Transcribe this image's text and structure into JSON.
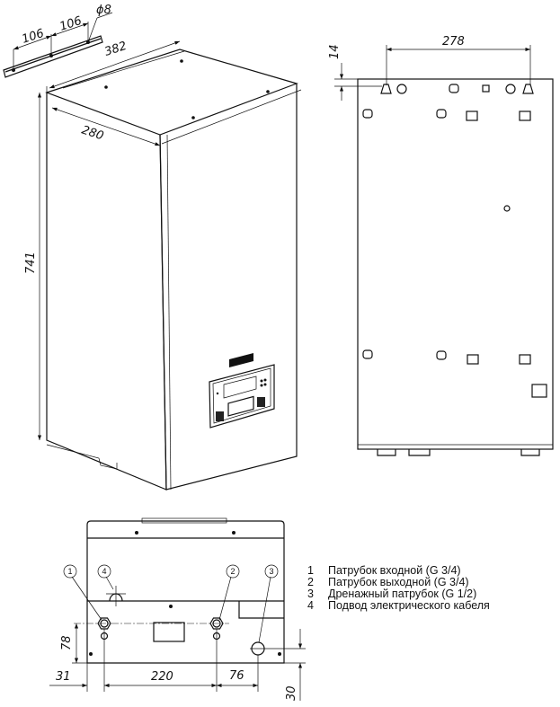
{
  "bracket": {
    "dim_left": "106",
    "dim_right": "106",
    "hole": "ϕ8"
  },
  "front_view": {
    "width": "382",
    "depth": "280",
    "height": "741"
  },
  "rear_view": {
    "mount_spacing": "278",
    "top_offset": "14"
  },
  "bottom_view": {
    "callouts": [
      "1",
      "2",
      "3",
      "4"
    ],
    "dim_height": "78",
    "dim_left": "31",
    "dim_pipes": "220",
    "dim_drain": "76",
    "dim_drain_height": "30"
  },
  "legend": [
    {
      "num": "1",
      "text": "Патрубок входной (G 3/4)"
    },
    {
      "num": "2",
      "text": "Патрубок выходной (G 3/4)"
    },
    {
      "num": "3",
      "text": "Дренажный патрубок (G 1/2)"
    },
    {
      "num": "4",
      "text": "Подвод электрического кабеля"
    }
  ]
}
